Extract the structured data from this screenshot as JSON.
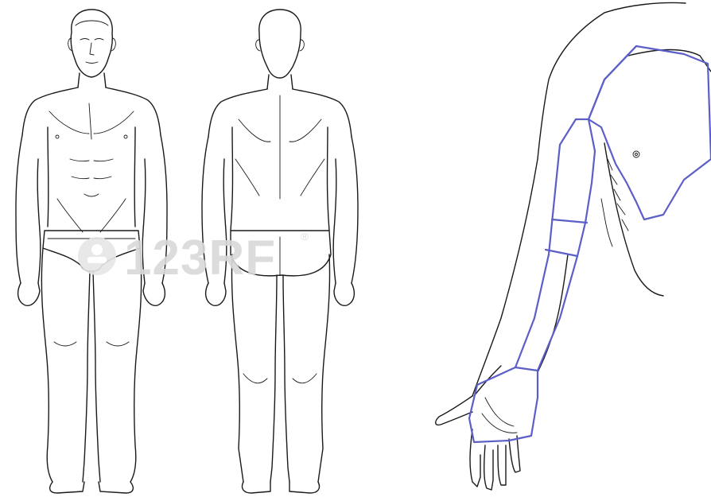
{
  "watermark": {
    "text": "123RF",
    "mark": "®"
  },
  "figures": {
    "front": "front-body-outline",
    "back": "back-body-outline",
    "arm": "arm-chest-zones"
  },
  "colors": {
    "outline": "#1a1a1a",
    "zone_lines": "#5b5fc7",
    "watermark": "#d4d4d4",
    "background": "#ffffff"
  }
}
